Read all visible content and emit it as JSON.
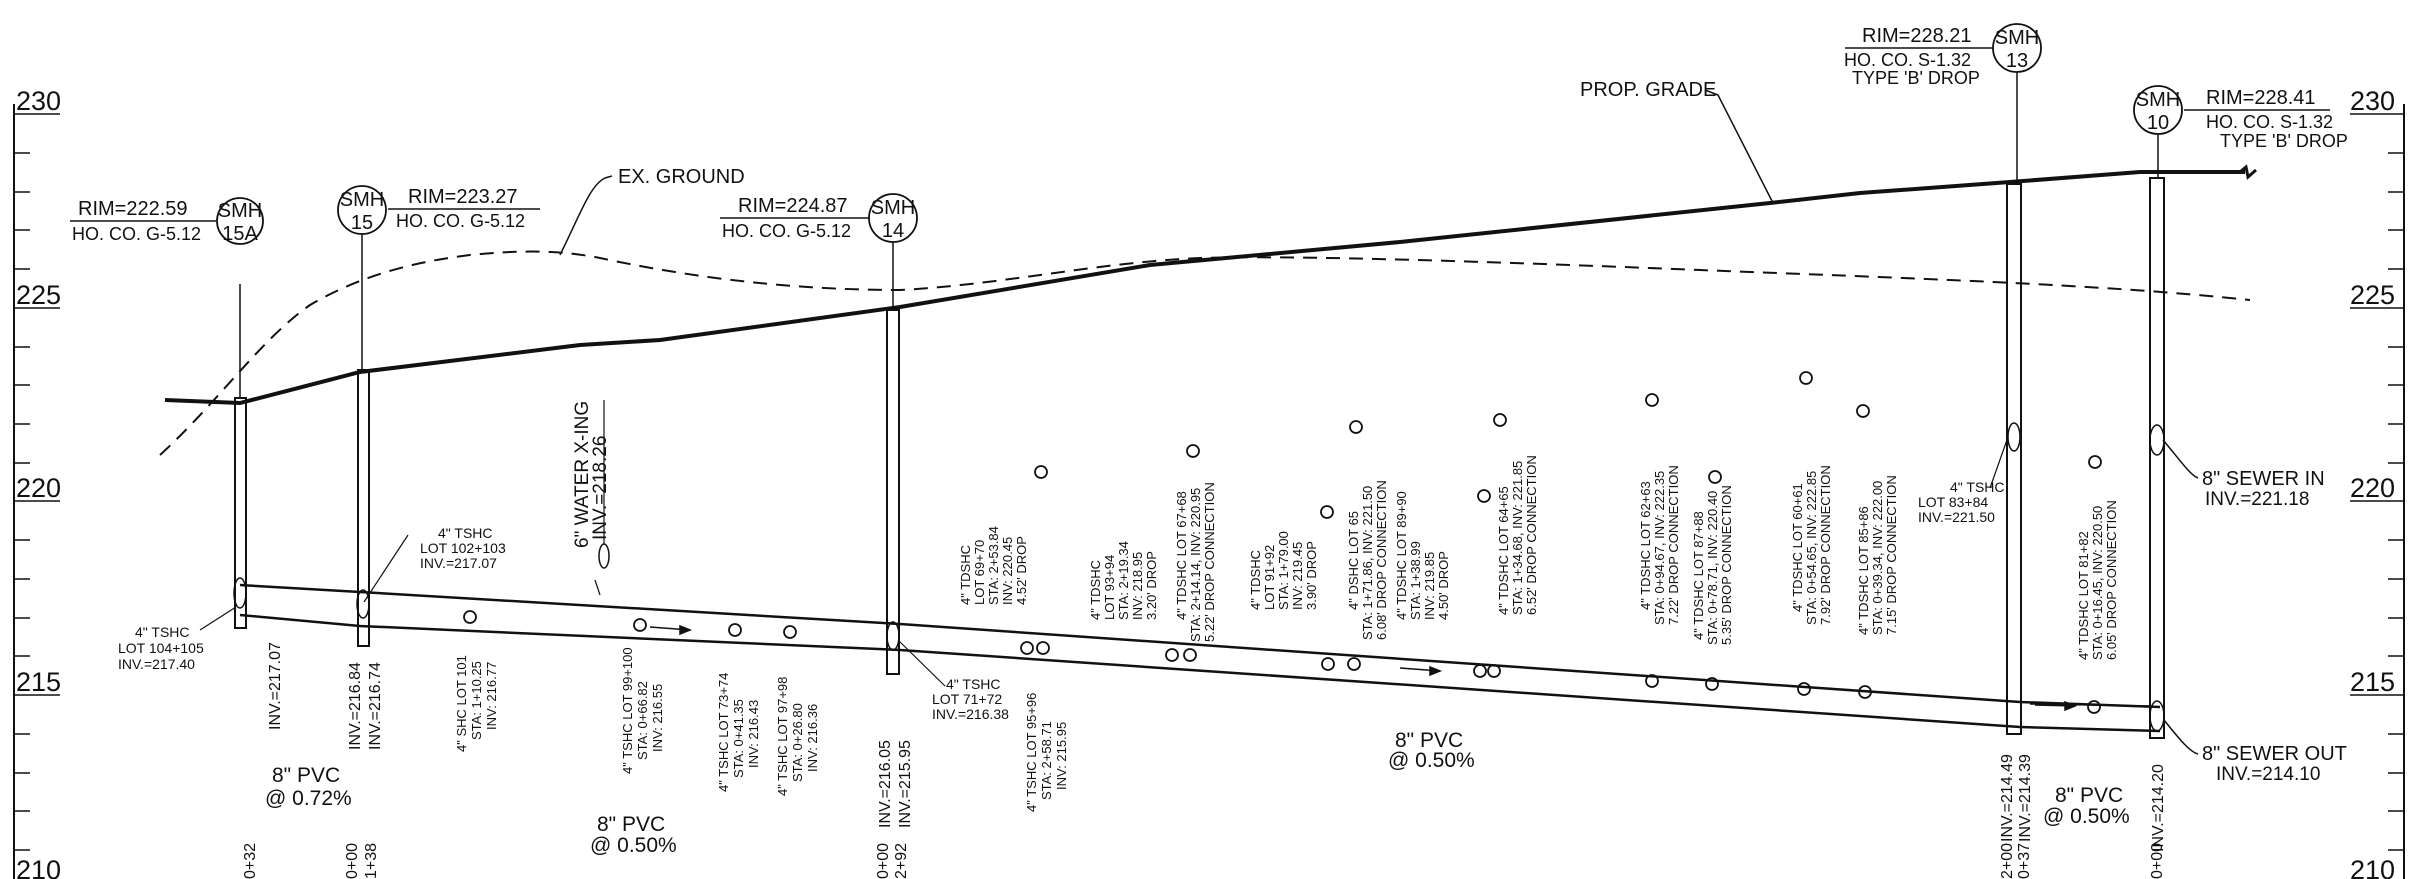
{
  "elevation_labels": [
    "230",
    "225",
    "220",
    "215",
    "210"
  ],
  "manholes": {
    "smh15a": {
      "id_top": "SMH",
      "id_bottom": "15A",
      "rim": "RIM=222.59",
      "hood": "HO. CO. G-5.12"
    },
    "smh15": {
      "id_top": "SMH",
      "id_bottom": "15",
      "rim": "RIM=223.27",
      "hood": "HO. CO. G-5.12"
    },
    "smh14": {
      "id_top": "SMH",
      "id_bottom": "14",
      "rim": "RIM=224.87",
      "hood": "HO. CO. G-5.12"
    },
    "smh13": {
      "id_top": "SMH",
      "id_bottom": "13",
      "rim": "RIM=228.21",
      "hood": "HO. CO. S-1.32",
      "drop": "TYPE 'B' DROP"
    },
    "smh10": {
      "id_top": "SMH",
      "id_bottom": "10",
      "rim": "RIM=228.41",
      "hood": "HO. CO. S-1.32",
      "drop": "TYPE 'B' DROP"
    }
  },
  "callouts": {
    "ex_ground": "EX. GROUND",
    "prop_grade": "PROP. GRADE",
    "sewer_in": "8\" SEWER IN",
    "sewer_in_inv": "INV.=221.18",
    "sewer_out": "8\" SEWER OUT",
    "sewer_out_inv": "INV.=214.10",
    "water_xing": "6\" WATER X-ING",
    "water_xing_inv": "INV.=218.26"
  },
  "pipes": [
    {
      "size": "8\" PVC",
      "slope": "@ 0.72%"
    },
    {
      "size": "8\" PVC",
      "slope": "@ 0.50%"
    },
    {
      "size": "8\" PVC",
      "slope": "@ 0.50%"
    },
    {
      "size": "8\" PVC",
      "slope": "@ 0.50%"
    }
  ],
  "horizontal_notes": {
    "lot104": [
      "4\" TSHC",
      "LOT 104+105",
      "INV.=217.40"
    ],
    "lot102": [
      "4\" TSHC",
      "LOT 102+103",
      "INV.=217.07"
    ],
    "lot71": [
      "4\" TSHC",
      "LOT 71+72",
      "INV.=216.38"
    ],
    "lot83": [
      "4\" TSHC",
      "LOT 83+84",
      "INV.=221.50"
    ]
  },
  "vertical_notes": {
    "inv_15a": "INV.=217.07",
    "inv_15": [
      "INV.=216.84",
      "INV.=216.74"
    ],
    "inv_14": [
      "INV.=216.05",
      "INV.=215.95"
    ],
    "inv_13": [
      "INV.=214.49",
      "INV.=214.39"
    ],
    "inv_10": "INV.=214.20",
    "sta_15a": "0+32",
    "sta_15": [
      "0+00",
      "1+38"
    ],
    "sta_14": [
      "0+00",
      "2+92"
    ],
    "sta_13": [
      "2+00",
      "0+37"
    ],
    "sta_10": "0+00",
    "lot101": [
      "4\" SHC LOT 101",
      "STA: 1+10.25",
      "INV: 216.77"
    ],
    "lot99": [
      "4\" TSHC LOT 99+100",
      "STA: 0+66.82",
      "INV: 216.55"
    ],
    "lot73": [
      "4\" TSHC LOT 73+74",
      "STA: 0+41.35",
      "INV: 216.43"
    ],
    "lot97": [
      "4\" TSHC LOT 97+98",
      "STA: 0+26.80",
      "INV: 216.36"
    ],
    "lot95": [
      "4\" TSHC LOT 95+96",
      "STA: 2+58.71",
      "INV: 215.95"
    ],
    "lot69": [
      "4\" TDSHC",
      "LOT 69+70",
      "STA: 2+53.84",
      "INV: 220.45",
      "4.52' DROP"
    ],
    "lot93": [
      "4\" TDSHC",
      "LOT 93+94",
      "STA: 2+19.34",
      "INV: 218.95",
      "3.20' DROP"
    ],
    "lot67": [
      "4\" TDSHC LOT 67+68",
      "STA: 2+14.14, INV: 220.95",
      "5.22' DROP CONNECTION"
    ],
    "lot91": [
      "4\" TDSHC",
      "LOT 91+92",
      "STA: 1+79.00",
      "INV: 219.45",
      "3.90' DROP"
    ],
    "lot65": [
      "4\" DSHC LOT 65",
      "STA: 1+71.86, INV: 221.50",
      "6.08' DROP CONNECTION"
    ],
    "lot89": [
      "4\" TDSHC LOT 89+90",
      "STA: 1+38.99",
      "INV: 219.85",
      "4.50' DROP"
    ],
    "lot64": [
      "4\" TDSHC LOT 64+65",
      "STA: 1+34.68, INV: 221.85",
      "6.52' DROP CONNECTION"
    ],
    "lot62": [
      "4\" TDSHC LOT 62+63",
      "STA: 0+94.67, INV: 222.35",
      "7.22' DROP CONNECTION"
    ],
    "lot87": [
      "4\" TDSHC LOT 87+88",
      "STA: 0+78.71, INV: 220.40",
      "5.35' DROP CONNECTION"
    ],
    "lot60": [
      "4\" TDSHC LOT 60+61",
      "STA: 0+54.65, INV: 222.85",
      "7.92' DROP CONNECTION"
    ],
    "lot85": [
      "4\" TDSHC LOT 85+86",
      "STA: 0+39.34, INV: 222.00",
      "7.15' DROP CONNECTION"
    ],
    "lot81": [
      "4\" TDSHC LOT 81+82",
      "STA: 0+16.45, INV: 220.50",
      "6.05' DROP CONNECTION"
    ]
  }
}
